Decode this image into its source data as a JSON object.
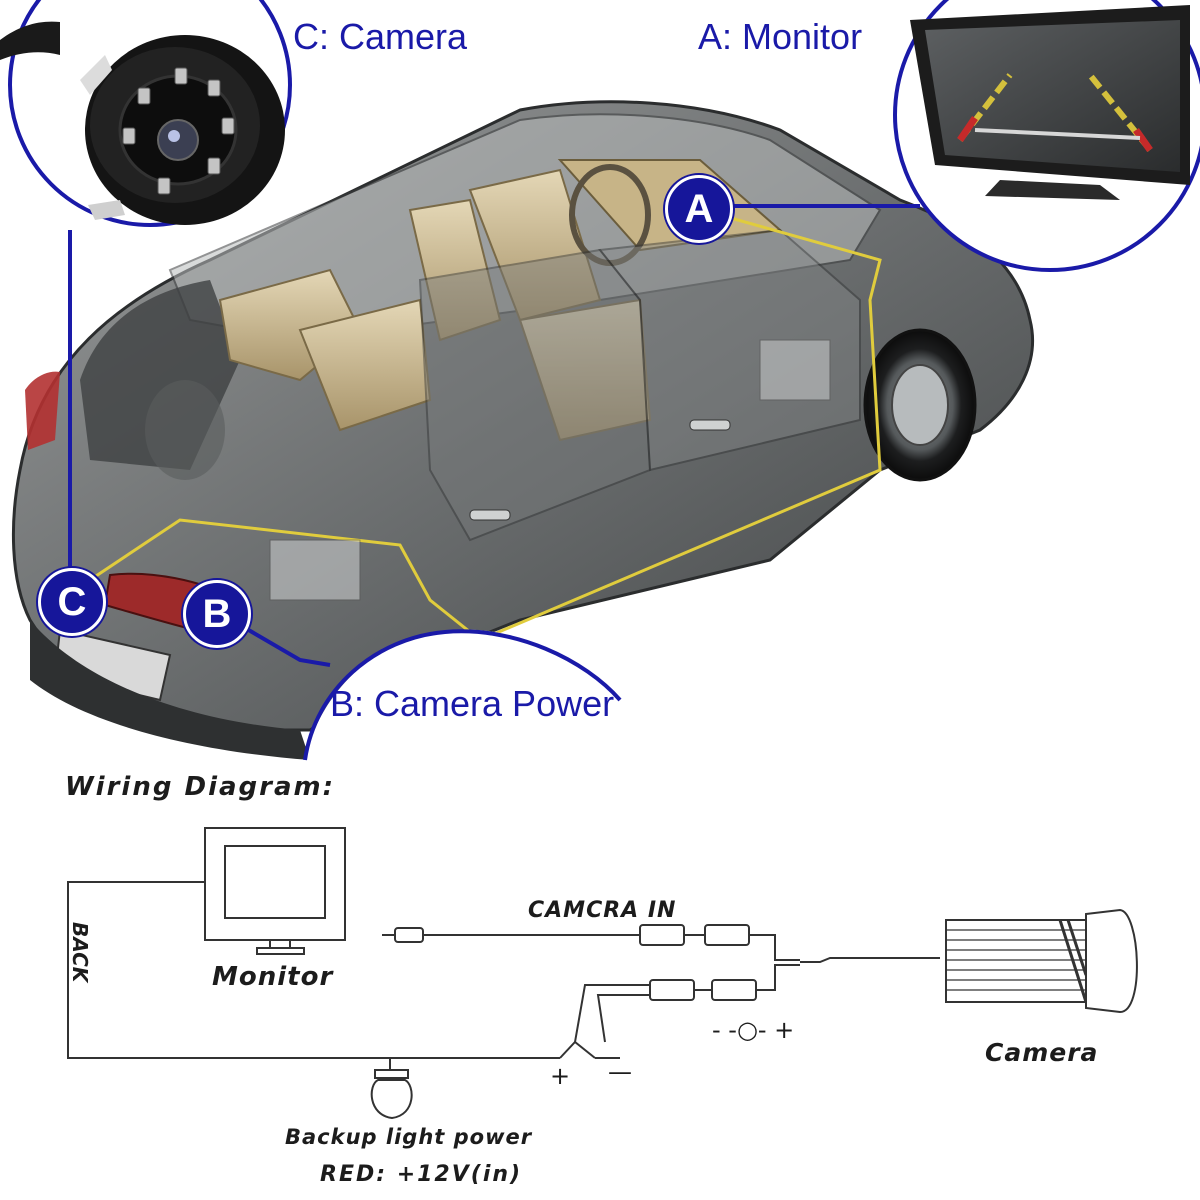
{
  "callouts": {
    "camera": {
      "title": "C: Camera",
      "marker": "C"
    },
    "monitor": {
      "title": "A: Monitor",
      "marker": "A"
    },
    "power": {
      "title": "B: Camera Power",
      "marker": "B"
    }
  },
  "wiring": {
    "heading": "Wiring Diagram:",
    "back_label": "BACK",
    "monitor_label": "Monitor",
    "camera_in_label": "CAMCRA IN",
    "camera_label": "Camera",
    "dc_polarity": "- -○- +",
    "plus": "+",
    "minus": "—",
    "backup_light_label": "Backup light power",
    "red_label": "RED: +12V(in)"
  },
  "colors": {
    "accent": "#1a1aa8",
    "car_body": "#6f7274",
    "interior": "#cbb992"
  }
}
